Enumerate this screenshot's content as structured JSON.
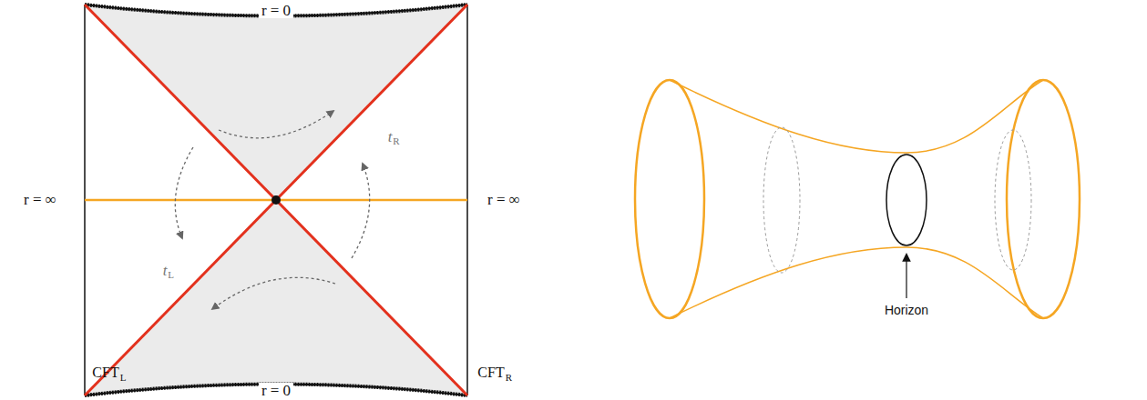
{
  "diagram": {
    "labels": [
      "r = 0",
      "t",
      "R",
      "r = ∞",
      "r = ∞",
      "t",
      "L",
      "CFT",
      "L",
      "CFT",
      "R",
      "r = 0",
      "Horizon"
    ]
  }
}
